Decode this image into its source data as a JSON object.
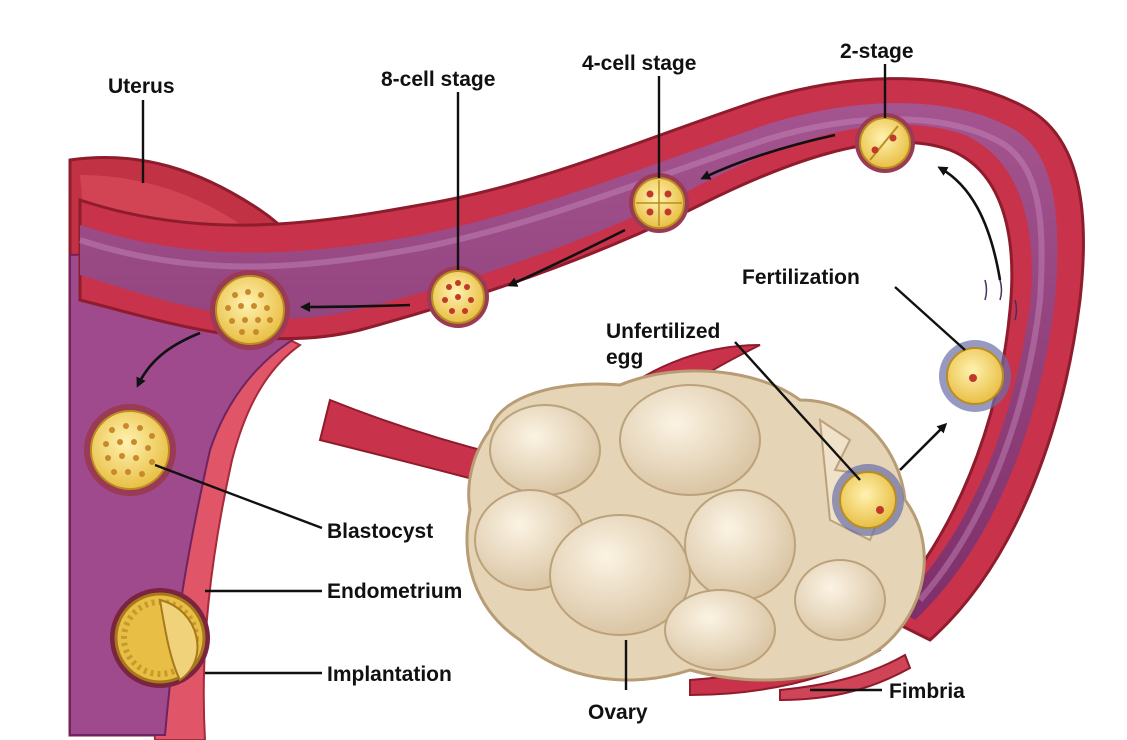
{
  "labels": {
    "uterus": "Uterus",
    "eight_cell": "8-cell stage",
    "four_cell": "4-cell stage",
    "two_stage": "2-stage",
    "fertilization": "Fertilization",
    "unfertilized_line1": "Unfertilized",
    "unfertilized_line2": "egg",
    "blastocyst": "Blastocyst",
    "endometrium": "Endometrium",
    "implantation": "Implantation",
    "ovary": "Ovary",
    "fimbria": "Fimbria"
  },
  "colors": {
    "tissue_red": "#c8324a",
    "tube_purple": "#8e3d7a",
    "tube_lumen": "#b06aa6",
    "cell_yellow": "#f3d36b",
    "ovary_cream": "#efe2c9",
    "background": "#ffffff"
  }
}
